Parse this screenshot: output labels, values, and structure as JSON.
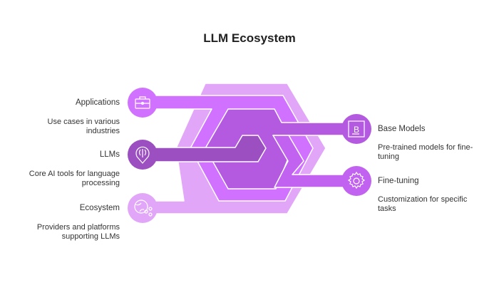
{
  "title": "LLM Ecosystem",
  "items": [
    {
      "name": "Applications",
      "description": "Use cases in various industries",
      "icon": "briefcase-icon",
      "color": "#D072FF"
    },
    {
      "name": "LLMs",
      "description": "Core AI tools for language processing",
      "icon": "brain-icon",
      "color": "#9B4FC0"
    },
    {
      "name": "Ecosystem",
      "description": "Providers and platforms supporting LLMs",
      "icon": "globe-network-icon",
      "color": "#E2A6F9"
    },
    {
      "name": "Base Models",
      "description": "Pre-trained models for fine-tuning",
      "icon": "bold-text-icon",
      "color": "#B35AE0"
    },
    {
      "name": "Fine-tuning",
      "description": "Customization for specific tasks",
      "icon": "gear-icon",
      "color": "#C262F0"
    }
  ],
  "icon_letters": {
    "base_models": "B"
  }
}
